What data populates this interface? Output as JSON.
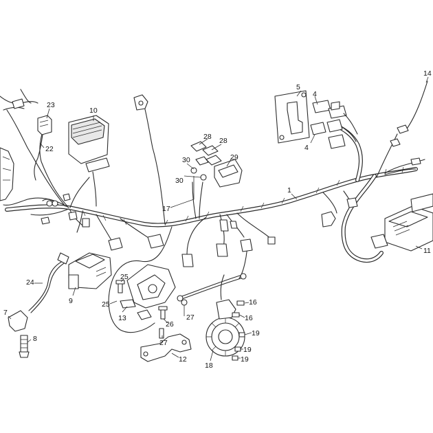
{
  "callouts": [
    {
      "id": "c1",
      "label": "1"
    },
    {
      "id": "c4a",
      "label": "4"
    },
    {
      "id": "c4b",
      "label": "4"
    },
    {
      "id": "c5",
      "label": "5"
    },
    {
      "id": "c7",
      "label": "7"
    },
    {
      "id": "c8",
      "label": "8"
    },
    {
      "id": "c9",
      "label": "9"
    },
    {
      "id": "c10",
      "label": "10"
    },
    {
      "id": "c11",
      "label": "11"
    },
    {
      "id": "c12",
      "label": "12"
    },
    {
      "id": "c13",
      "label": "13"
    },
    {
      "id": "c14",
      "label": "14"
    },
    {
      "id": "c16a",
      "label": "16"
    },
    {
      "id": "c16b",
      "label": "16"
    },
    {
      "id": "c17",
      "label": "17"
    },
    {
      "id": "c18",
      "label": "18"
    },
    {
      "id": "c19a",
      "label": "19"
    },
    {
      "id": "c19b",
      "label": "19"
    },
    {
      "id": "c19c",
      "label": "19"
    },
    {
      "id": "c22",
      "label": "22"
    },
    {
      "id": "c23",
      "label": "23"
    },
    {
      "id": "c24",
      "label": "24"
    },
    {
      "id": "c25a",
      "label": "25"
    },
    {
      "id": "c25b",
      "label": "25"
    },
    {
      "id": "c26",
      "label": "26"
    },
    {
      "id": "c27a",
      "label": "27"
    },
    {
      "id": "c27b",
      "label": "27"
    },
    {
      "id": "c28a",
      "label": "28"
    },
    {
      "id": "c28b",
      "label": "28"
    },
    {
      "id": "c29",
      "label": "29"
    },
    {
      "id": "c30a",
      "label": "30"
    },
    {
      "id": "c30b",
      "label": "30"
    }
  ]
}
